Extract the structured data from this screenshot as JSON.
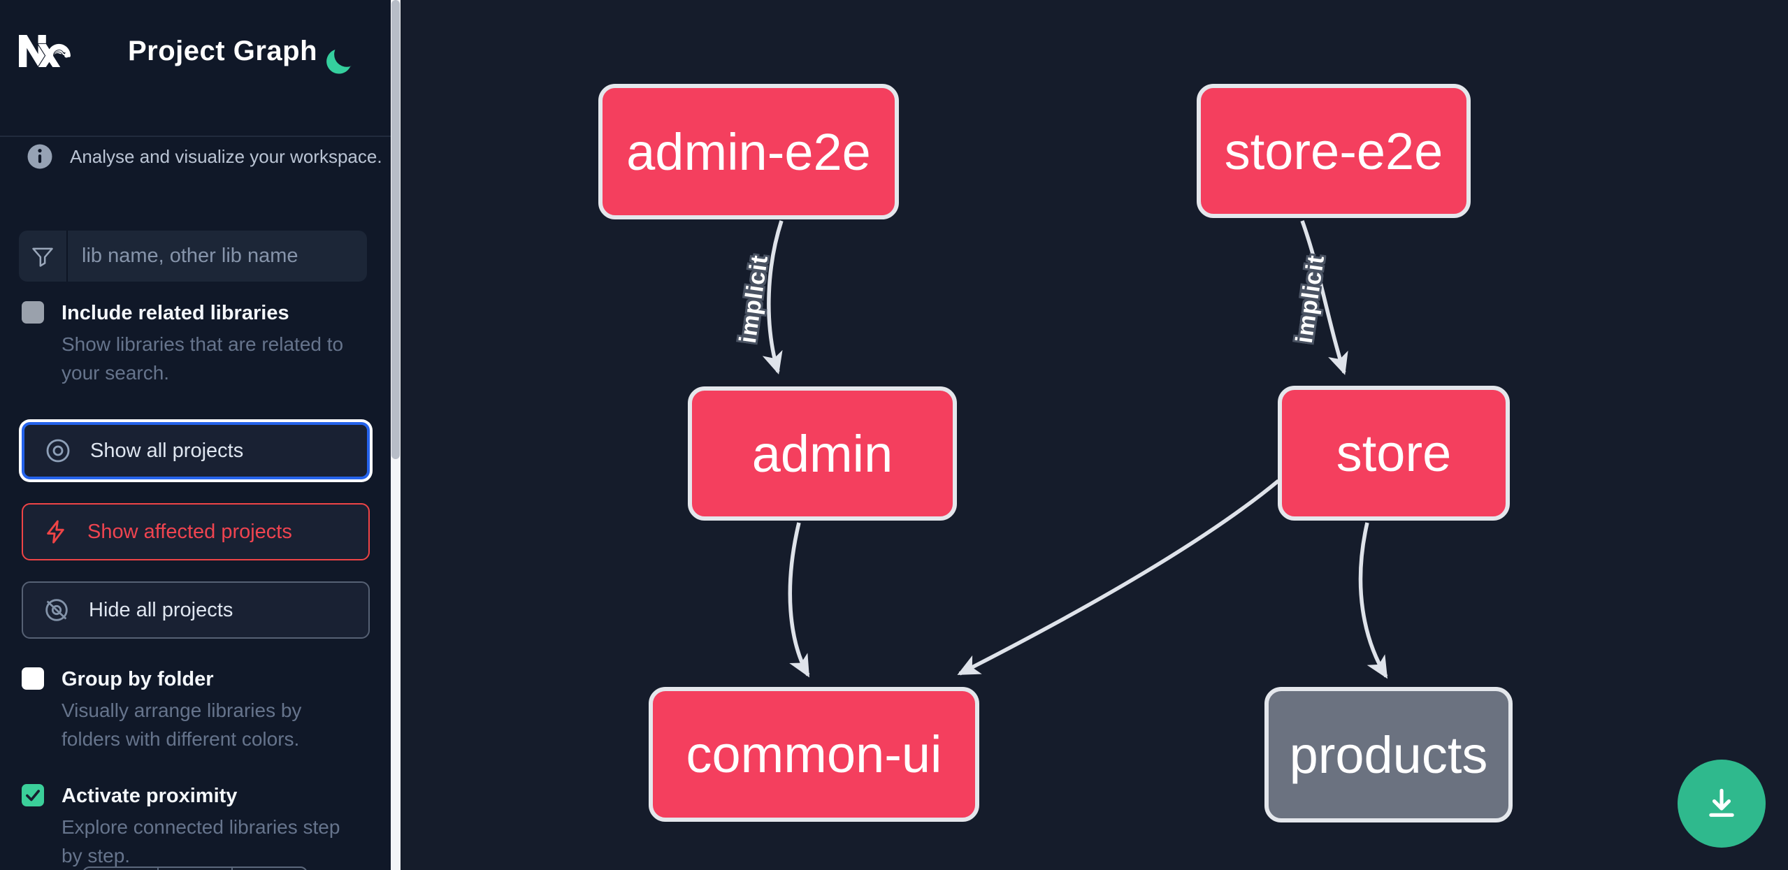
{
  "header": {
    "title": "Project Graph",
    "logo": "nx-logo",
    "theme_toggle_icon": "moon"
  },
  "intro": {
    "text": "Analyse and visualize your workspace."
  },
  "search": {
    "placeholder": "lib name, other lib name",
    "value": ""
  },
  "filters": {
    "include_related": {
      "label": "Include related libraries",
      "description": "Show libraries that are related to your search.",
      "checked": false,
      "disabled": true
    }
  },
  "actions": {
    "show_all": {
      "label": "Show all projects",
      "selected": true
    },
    "show_affected": {
      "label": "Show affected projects",
      "selected": false
    },
    "hide_all": {
      "label": "Hide all projects",
      "selected": false
    }
  },
  "display_options": {
    "group_by_folder": {
      "label": "Group by folder",
      "description": "Visually arrange libraries by folders with different colors.",
      "checked": false
    },
    "activate_proximity": {
      "label": "Activate proximity",
      "description": "Explore connected libraries step by step.",
      "checked": true
    }
  },
  "graph": {
    "nodes": [
      {
        "id": "admin-e2e",
        "label": "admin-e2e",
        "color": "#f43f5e"
      },
      {
        "id": "store-e2e",
        "label": "store-e2e",
        "color": "#f43f5e"
      },
      {
        "id": "admin",
        "label": "admin",
        "color": "#f43f5e"
      },
      {
        "id": "store",
        "label": "store",
        "color": "#f43f5e"
      },
      {
        "id": "common-ui",
        "label": "common-ui",
        "color": "#f43f5e"
      },
      {
        "id": "products",
        "label": "products",
        "color": "#6b7280"
      }
    ],
    "edges": [
      {
        "from": "admin-e2e",
        "to": "admin",
        "label": "implicit"
      },
      {
        "from": "store-e2e",
        "to": "store",
        "label": "implicit"
      },
      {
        "from": "admin",
        "to": "common-ui",
        "label": ""
      },
      {
        "from": "store",
        "to": "common-ui",
        "label": ""
      },
      {
        "from": "store",
        "to": "products",
        "label": ""
      }
    ]
  },
  "fab": {
    "icon": "download"
  },
  "colors": {
    "sidebar_bg": "#101828",
    "canvas_bg": "#151c2b",
    "node_pink": "#f43f5e",
    "node_gray": "#6b7280",
    "accent_green": "#3bcf9a",
    "accent_blue": "#2563eb",
    "accent_red": "#ef4446",
    "edge": "#dfe3ea"
  }
}
